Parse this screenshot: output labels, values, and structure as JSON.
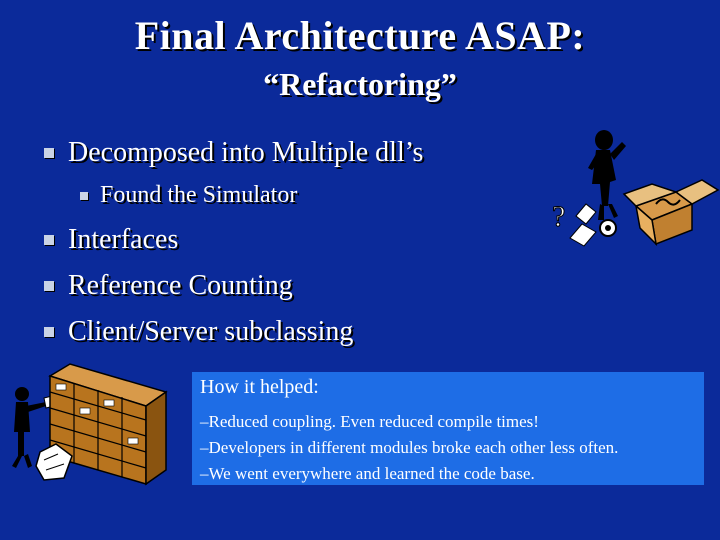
{
  "slide": {
    "title": "Final Architecture ASAP:",
    "subtitle": "“Refactoring”"
  },
  "bullets": [
    {
      "text": "Decomposed into Multiple dll’s",
      "level": 1
    },
    {
      "text": "Found the Simulator",
      "level": 2
    },
    {
      "text": "Interfaces",
      "level": 1
    },
    {
      "text": "Reference Counting",
      "level": 1
    },
    {
      "text": "Client/Server subclassing",
      "level": 1
    }
  ],
  "note_box": {
    "heading": "How it helped:",
    "lines": [
      "–Reduced coupling. Even reduced compile times!",
      "–Developers in different modules broke each other less often.",
      "–We went everywhere and learned the code base."
    ]
  },
  "colors": {
    "background": "#0b2a9a",
    "note_box": "#1e6de6",
    "bullet": "#c9d3e6",
    "text": "#ffffff"
  },
  "icons": [
    "thinking-figure-clipart",
    "mail-sorting-figure-clipart"
  ]
}
